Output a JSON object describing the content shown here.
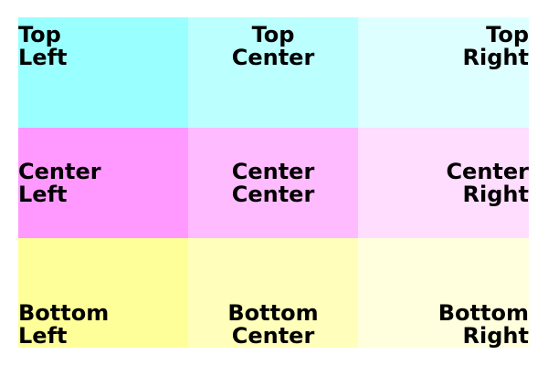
{
  "cells": [
    {
      "line1": "Top",
      "line2": "Left",
      "color": "#99ffff"
    },
    {
      "line1": "Top",
      "line2": "Center",
      "color": "#bbffff"
    },
    {
      "line1": "Top",
      "line2": "Right",
      "color": "#ddffff"
    },
    {
      "line1": "Center",
      "line2": "Left",
      "color": "#ff99ff"
    },
    {
      "line1": "Center",
      "line2": "Center",
      "color": "#ffbbff"
    },
    {
      "line1": "Center",
      "line2": "Right",
      "color": "#ffddff"
    },
    {
      "line1": "Bottom",
      "line2": "Left",
      "color": "#ffff99"
    },
    {
      "line1": "Bottom",
      "line2": "Center",
      "color": "#ffffbb"
    },
    {
      "line1": "Bottom",
      "line2": "Right",
      "color": "#ffffdd"
    }
  ]
}
